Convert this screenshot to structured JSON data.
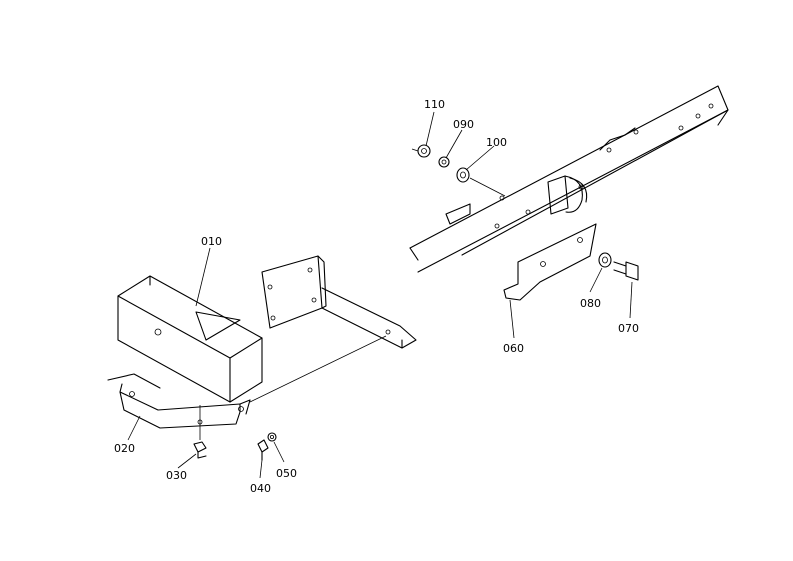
{
  "callouts": [
    {
      "id": "p010",
      "label": "010"
    },
    {
      "id": "p020",
      "label": "020"
    },
    {
      "id": "p030",
      "label": "030"
    },
    {
      "id": "p040",
      "label": "040"
    },
    {
      "id": "p050",
      "label": "050"
    },
    {
      "id": "p060",
      "label": "060"
    },
    {
      "id": "p070",
      "label": "070"
    },
    {
      "id": "p080",
      "label": "080"
    },
    {
      "id": "p090",
      "label": "090"
    },
    {
      "id": "p100",
      "label": "100"
    },
    {
      "id": "p110",
      "label": "110"
    }
  ]
}
